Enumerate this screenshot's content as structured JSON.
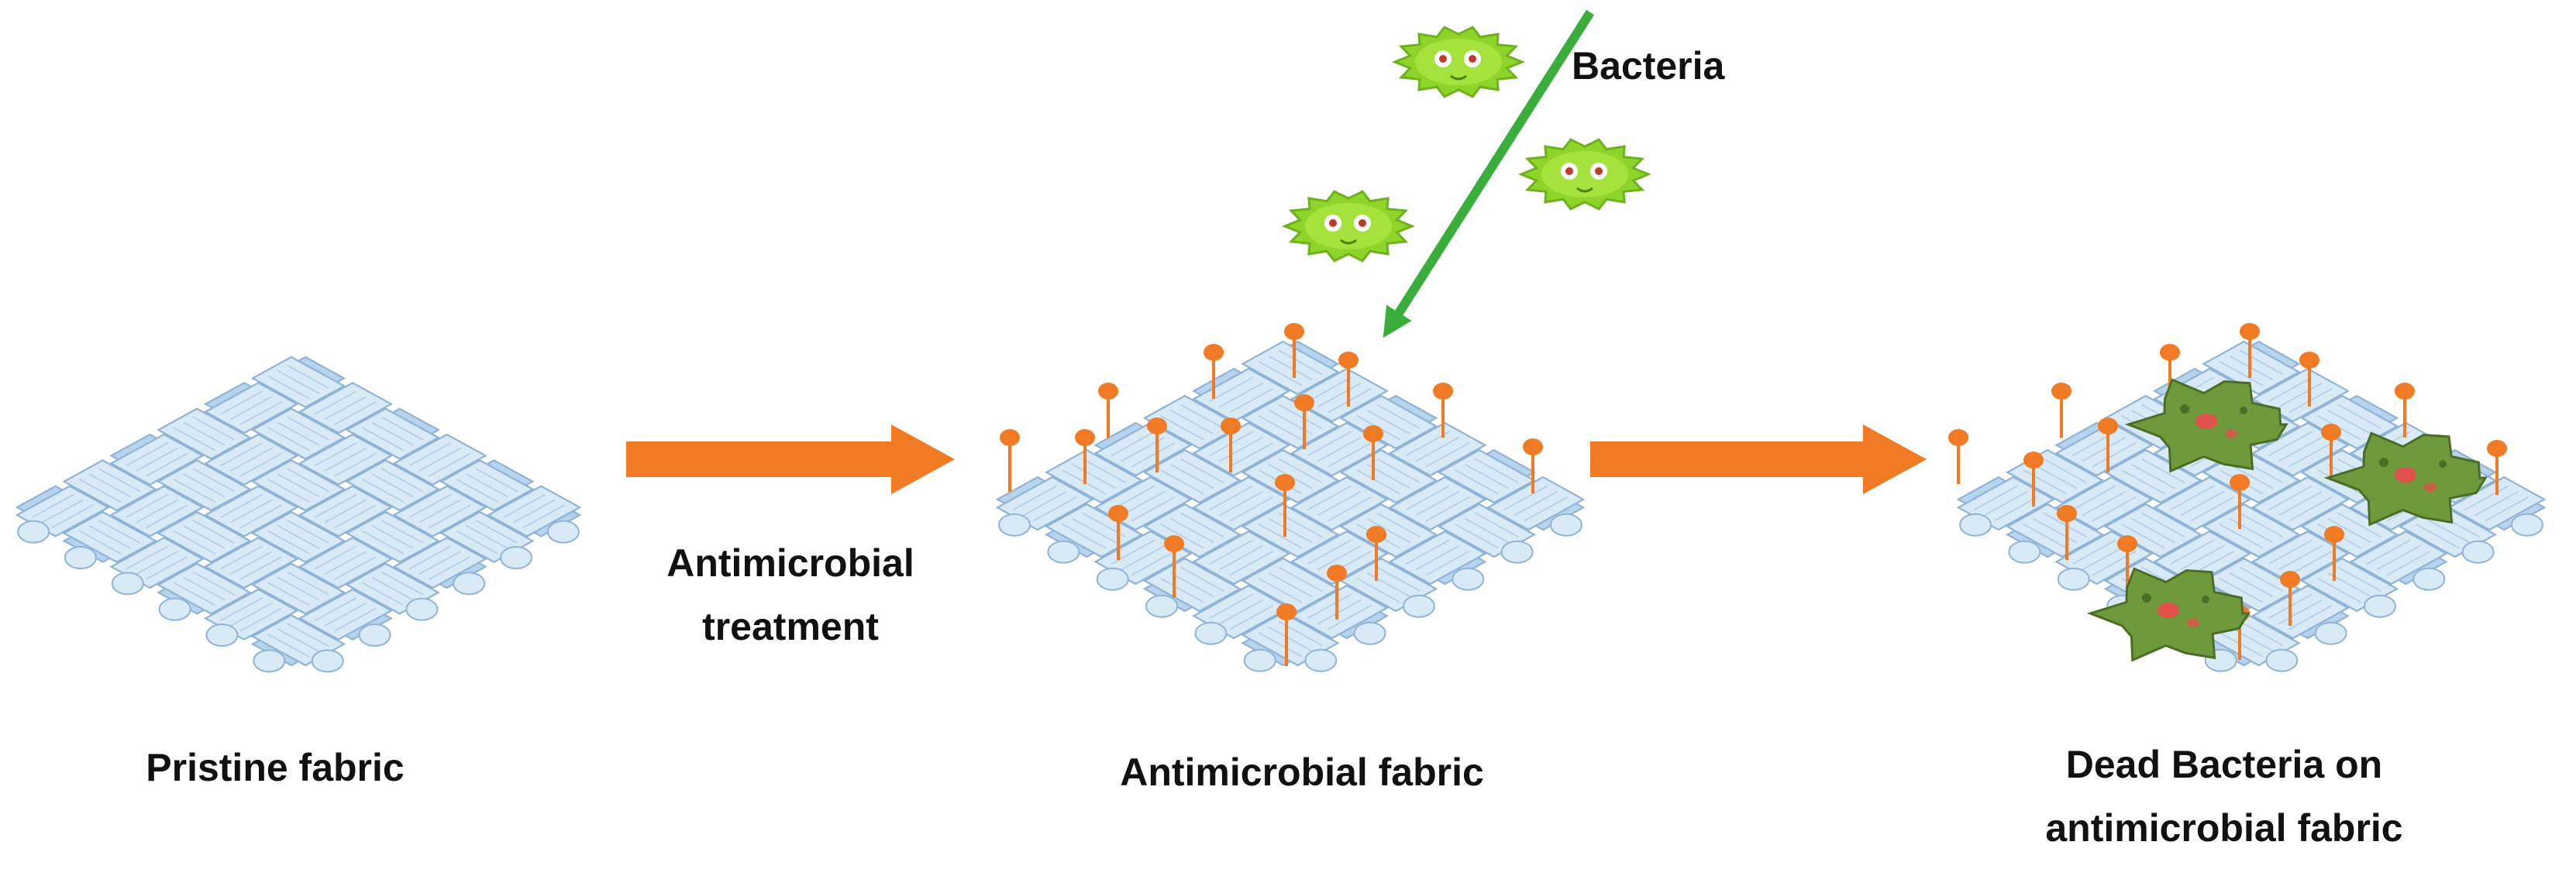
{
  "labels": {
    "pristine": "Pristine fabric",
    "treatment_line1": "Antimicrobial",
    "treatment_line2": "treatment",
    "antimicrobial": "Antimicrobial fabric",
    "dead_line1": "Dead Bacteria on",
    "dead_line2": "antimicrobial fabric",
    "bacteria": "Bacteria"
  },
  "colors": {
    "fabric_light": "#d9eaf7",
    "fabric_mid": "#b8d4ec",
    "fabric_dark": "#8fb4d8",
    "process_arrow": "#f07b24",
    "agent": "#f07b24",
    "bacteria_arrow": "#3aae3a",
    "live_bacteria": "#8fd42a",
    "dead_bacteria": "#6e9a3c",
    "dead_spot": "#e0524a"
  },
  "icons": {
    "fabric": "woven-fabric-icon",
    "live_bacterium": "live-bacterium-icon",
    "dead_bacterium": "dead-bacterium-icon",
    "agent_pin": "antimicrobial-agent-pin-icon"
  }
}
